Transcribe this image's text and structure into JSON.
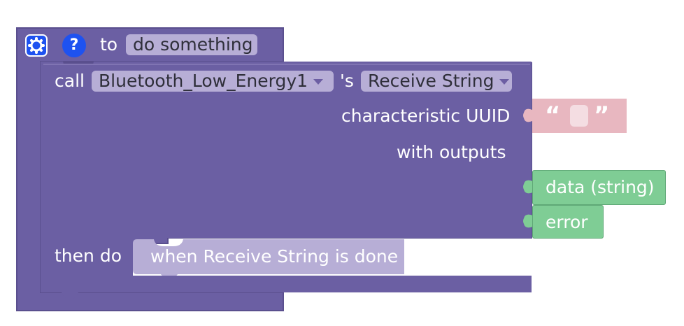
{
  "procedure": {
    "to_label": "to",
    "name": "do something",
    "gear_icon": "gear-icon",
    "help_icon": "question-icon",
    "help_symbol": "?"
  },
  "call_block": {
    "call_label": "call",
    "component": "Bluetooth_Low_Energy1",
    "possessive": "'s",
    "method": "Receive String",
    "param_uuid_label": "characteristic UUID",
    "outputs_label": "with outputs",
    "then_do_label": "then do",
    "event_block_label": "when Receive String is done"
  },
  "string_block": {
    "open_quote": "“",
    "close_quote": "”"
  },
  "output_vars": [
    {
      "label": "data (string)"
    },
    {
      "label": "error"
    }
  ],
  "colors": {
    "procedure": "#6b5fa3",
    "field": "#b7aed6",
    "text_block": "#e8b7c0",
    "variable": "#7fcd95",
    "icon": "#1e52f0"
  }
}
